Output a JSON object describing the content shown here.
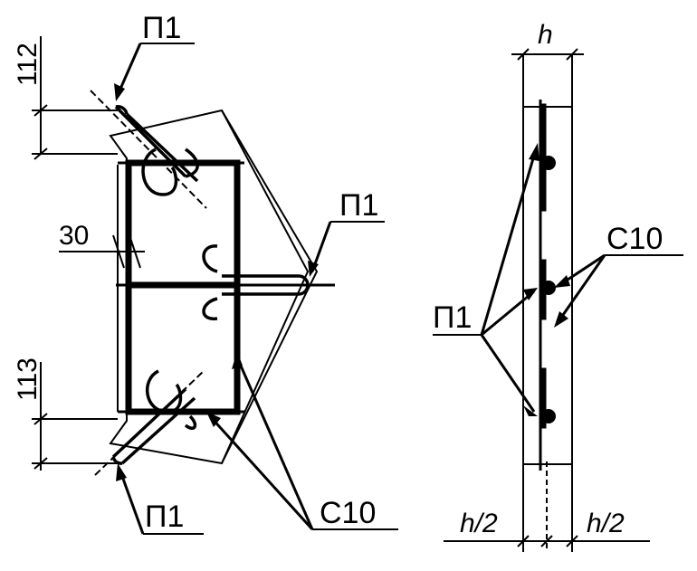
{
  "labels": {
    "p1_top": "П1",
    "p1_right": "П1",
    "p1_bottom": "П1",
    "c10_left": "С10",
    "p1_side": "П1",
    "c10_side": "С10"
  },
  "dimensions": {
    "top": "112",
    "bottom": "113",
    "offset": "30",
    "width_h": "h",
    "half_left": "h/2",
    "half_right": "h/2"
  }
}
